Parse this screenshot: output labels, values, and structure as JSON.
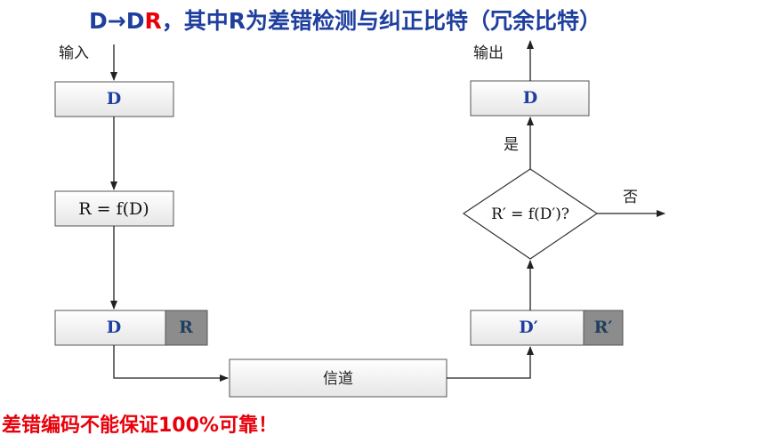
{
  "title": {
    "part1": "D→D",
    "part2": "R",
    "part3": "，其中R为差错检测与纠正比特（冗余比特）"
  },
  "labels": {
    "input": "输入",
    "output": "输出",
    "yes": "是",
    "no": "否",
    "channel": "信道"
  },
  "boxes": {
    "d_in": "D",
    "compute": "R = f(D)",
    "send_d": "D",
    "send_r": "R",
    "recv_d": "D′",
    "recv_r": "R′",
    "check": "R′ = f(D′)?",
    "d_out": "D"
  },
  "note": "差错编码不能保证100%可靠！",
  "colors": {
    "title": "#1f3f9e",
    "accent": "#e8000b",
    "box_fill": "#f2f2f2",
    "r_fill": "#8c8c8c"
  }
}
